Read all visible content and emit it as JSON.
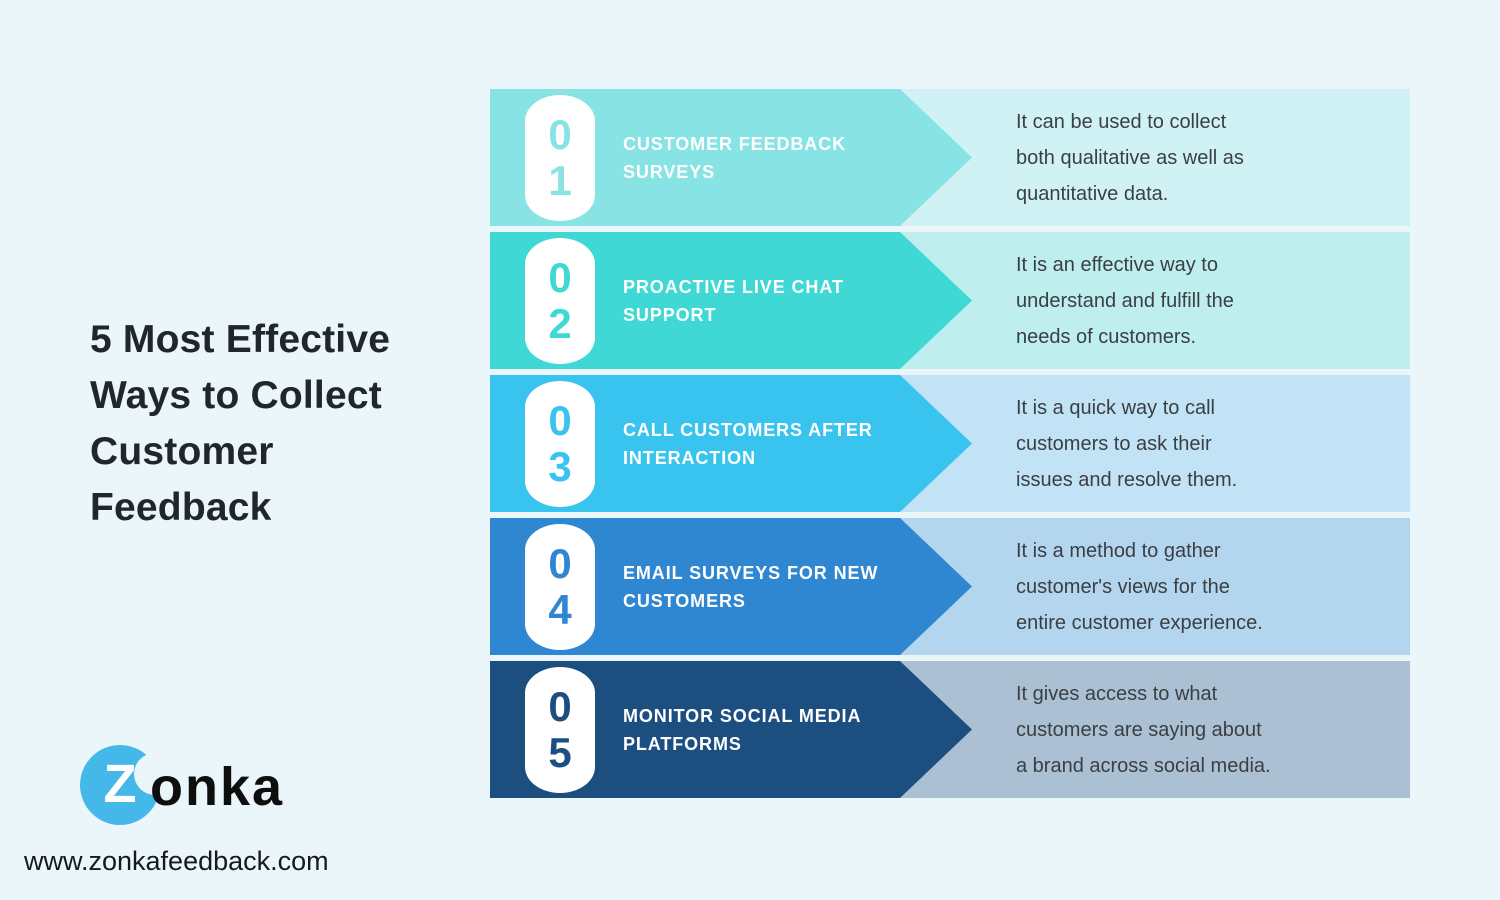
{
  "page": {
    "background_color": "#EAF6FA"
  },
  "header": {
    "title": "5 Most Effective Ways to Collect Customer Feedback",
    "title_lines": [
      "5 Most Effective",
      "Ways to Collect",
      "Customer",
      "Feedback"
    ],
    "title_color": "#21262B"
  },
  "footer": {
    "logo": {
      "brand": "Zonka",
      "z_letter": "Z",
      "rest_letters": "onka",
      "circle_color": "#45B8EA",
      "text_color": "#0E0E0E"
    },
    "website": "www.zonkafeedback.com"
  },
  "steps": [
    {
      "digits": [
        "0",
        "1"
      ],
      "number": "01",
      "title": "CUSTOMER FEEDBACK SURVEYS",
      "title_lines": [
        "CUSTOMER FEEDBACK",
        "SURVEYS"
      ],
      "description": "It can be used to collect both qualitative as well as quantitative data.",
      "description_lines": [
        "It can be used to collect",
        "both qualitative as well as",
        "quantitative data."
      ],
      "arrow_color": "#88E3E5",
      "tint_color": "#D0F2F5"
    },
    {
      "digits": [
        "0",
        "2"
      ],
      "number": "02",
      "title": "PROACTIVE LIVE CHAT SUPPORT",
      "title_lines": [
        "PROACTIVE LIVE CHAT",
        "SUPPORT"
      ],
      "description": "It is an effective way to understand and fulfill the needs of customers.",
      "description_lines": [
        "It is an effective way to",
        "understand and fulfill the",
        "needs of customers."
      ],
      "arrow_color": "#3FD8D5",
      "tint_color": "#BFEEEF"
    },
    {
      "digits": [
        "0",
        "3"
      ],
      "number": "03",
      "title": "CALL CUSTOMERS AFTER INTERACTION",
      "title_lines": [
        "CALL CUSTOMERS AFTER",
        "INTERACTION"
      ],
      "description": "It is a quick way to call customers to ask their issues and resolve them.",
      "description_lines": [
        "It is a quick way to call",
        "customers to ask their",
        "issues and resolve them."
      ],
      "arrow_color": "#39C3EF",
      "tint_color": "#C2E3F6"
    },
    {
      "digits": [
        "0",
        "4"
      ],
      "number": "04",
      "title": "EMAIL SURVEYS FOR NEW CUSTOMERS",
      "title_lines": [
        "EMAIL SURVEYS FOR NEW",
        "CUSTOMERS"
      ],
      "description": "It is a method to gather customer's views for the entire customer experience.",
      "description_lines": [
        "It is a method to gather",
        "customer's views for the",
        "entire customer experience."
      ],
      "arrow_color": "#2F86D1",
      "tint_color": "#B4D5EE"
    },
    {
      "digits": [
        "0",
        "5"
      ],
      "number": "05",
      "title": "MONITOR SOCIAL MEDIA PLATFORMS",
      "title_lines": [
        "MONITOR SOCIAL MEDIA",
        "PLATFORMS"
      ],
      "description": "It gives access to what customers are saying about a brand across social media.",
      "description_lines": [
        "It gives access to what",
        "customers are saying about",
        "a brand across social media."
      ],
      "arrow_color": "#1D4E80",
      "tint_color": "#ACC0D4"
    }
  ]
}
